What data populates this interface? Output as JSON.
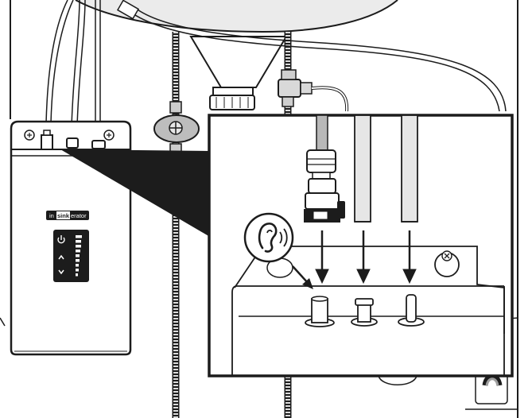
{
  "brand": {
    "prefix": "in",
    "highlight": "sink",
    "suffix": "erator"
  },
  "control_panel": {
    "power_icon": "power-icon",
    "up_icon": "chevron-up-icon",
    "down_icon": "chevron-down-icon",
    "level_segments": 9
  },
  "icons": {
    "listen": "ear-icon",
    "connection_arrow": "arrow-down-icon"
  },
  "colors": {
    "outline": "#1c1c1c",
    "panel": "#1c1c1c",
    "zoom_wedge": "#1c1c1c",
    "pipe_fill": "#e6e6e6",
    "background": "#ffffff"
  }
}
